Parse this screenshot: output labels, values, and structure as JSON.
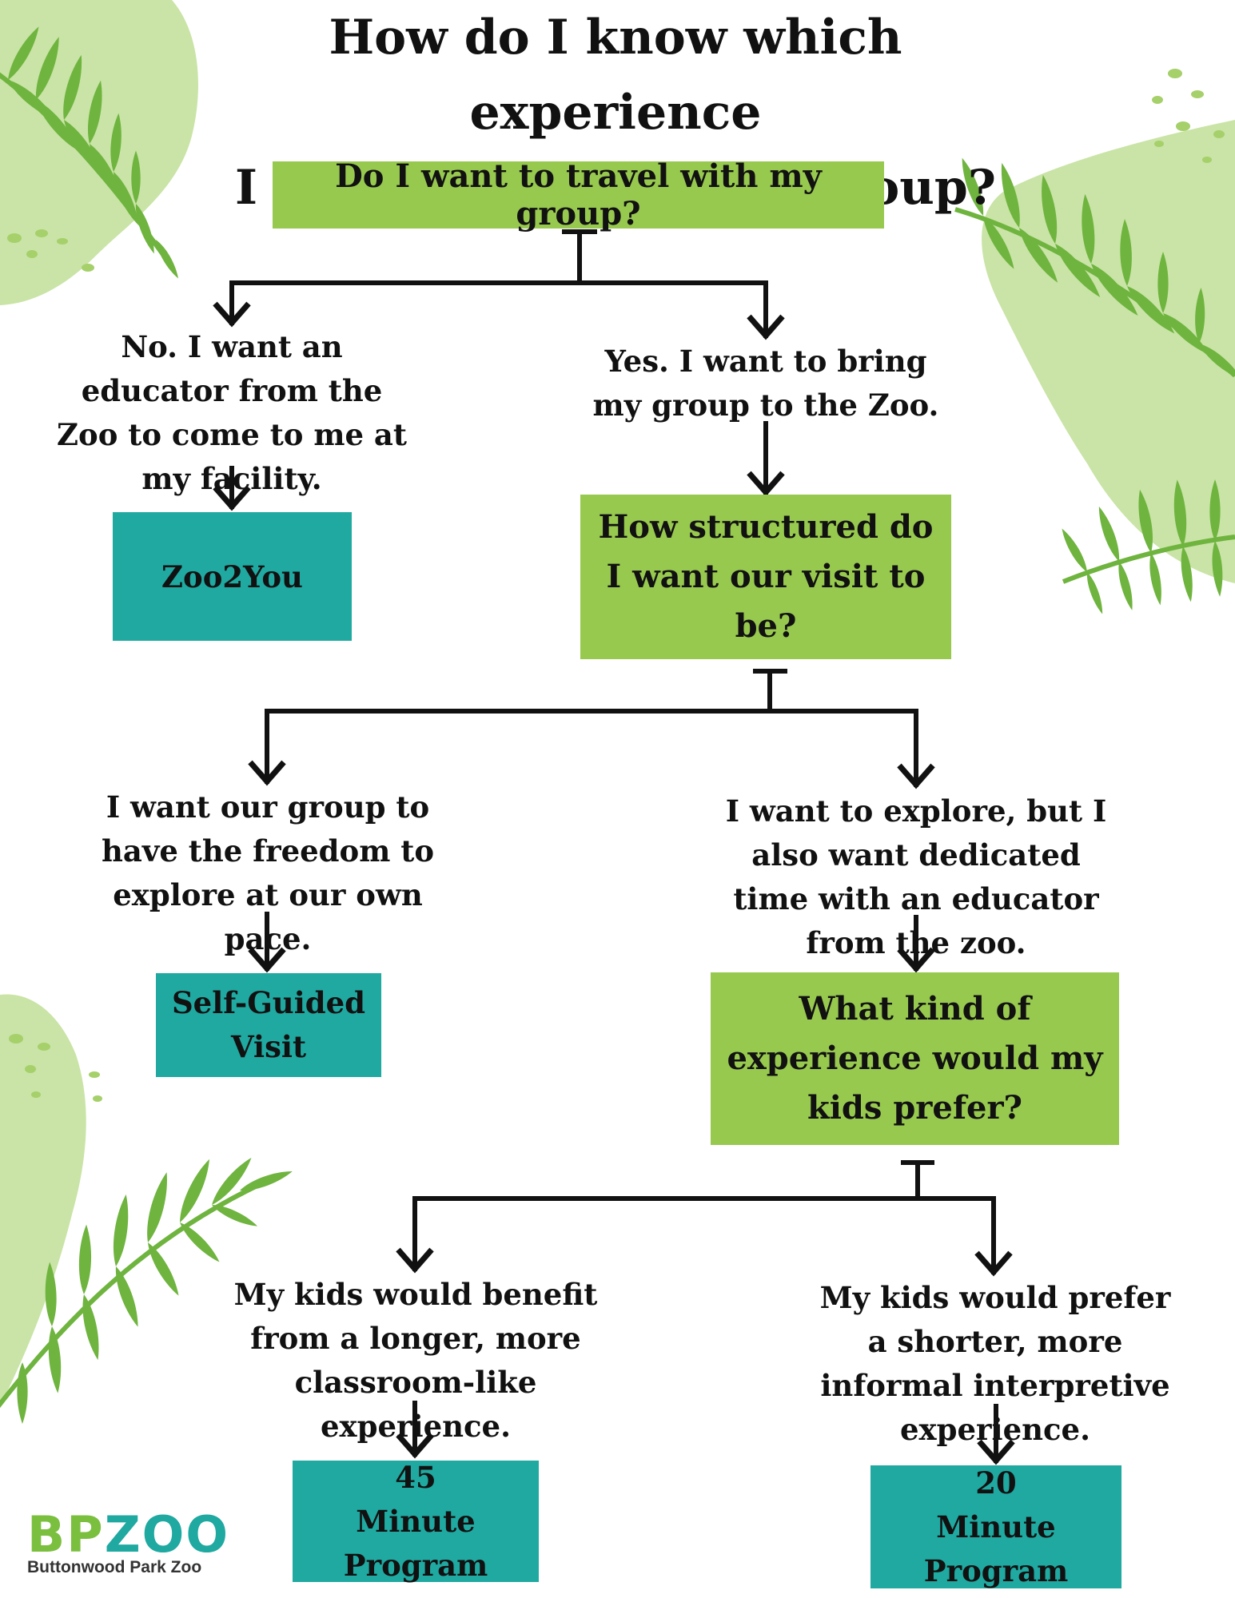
{
  "colors": {
    "question_box": "#98c94f",
    "answer_box": "#1fa9a1",
    "blob": "#c9e4a6",
    "leaf": "#6fb43f",
    "dot": "#a5d06a"
  },
  "title": {
    "line1": "How do I know which experience",
    "line2": "I should book for my group?"
  },
  "questions": {
    "q1": "Do I want to travel with my group?",
    "q2": "How structured do I want our visit to be?",
    "q3": "What kind of experience would my kids prefer?"
  },
  "choices": {
    "travel_no": "No. I want an educator from the Zoo to come to me at my facility.",
    "travel_yes": "Yes. I want to bring my group to the Zoo.",
    "freedom": "I want our group to have the freedom to explore at our own pace.",
    "educator": "I want to explore, but I also want dedicated time with an educator from the zoo.",
    "longer": "My kids would benefit from  a longer, more classroom-like experience.",
    "shorter": "My kids would prefer a shorter, more informal interpretive experience."
  },
  "results": {
    "zoo2you": "Zoo2You",
    "self_guided": "Self-Guided Visit",
    "program45": "45 Minute Program",
    "program20": "20 Minute Program"
  },
  "logo": {
    "bp": "BP",
    "zoo": "ZOO",
    "subtitle": "Buttonwood Park Zoo"
  }
}
